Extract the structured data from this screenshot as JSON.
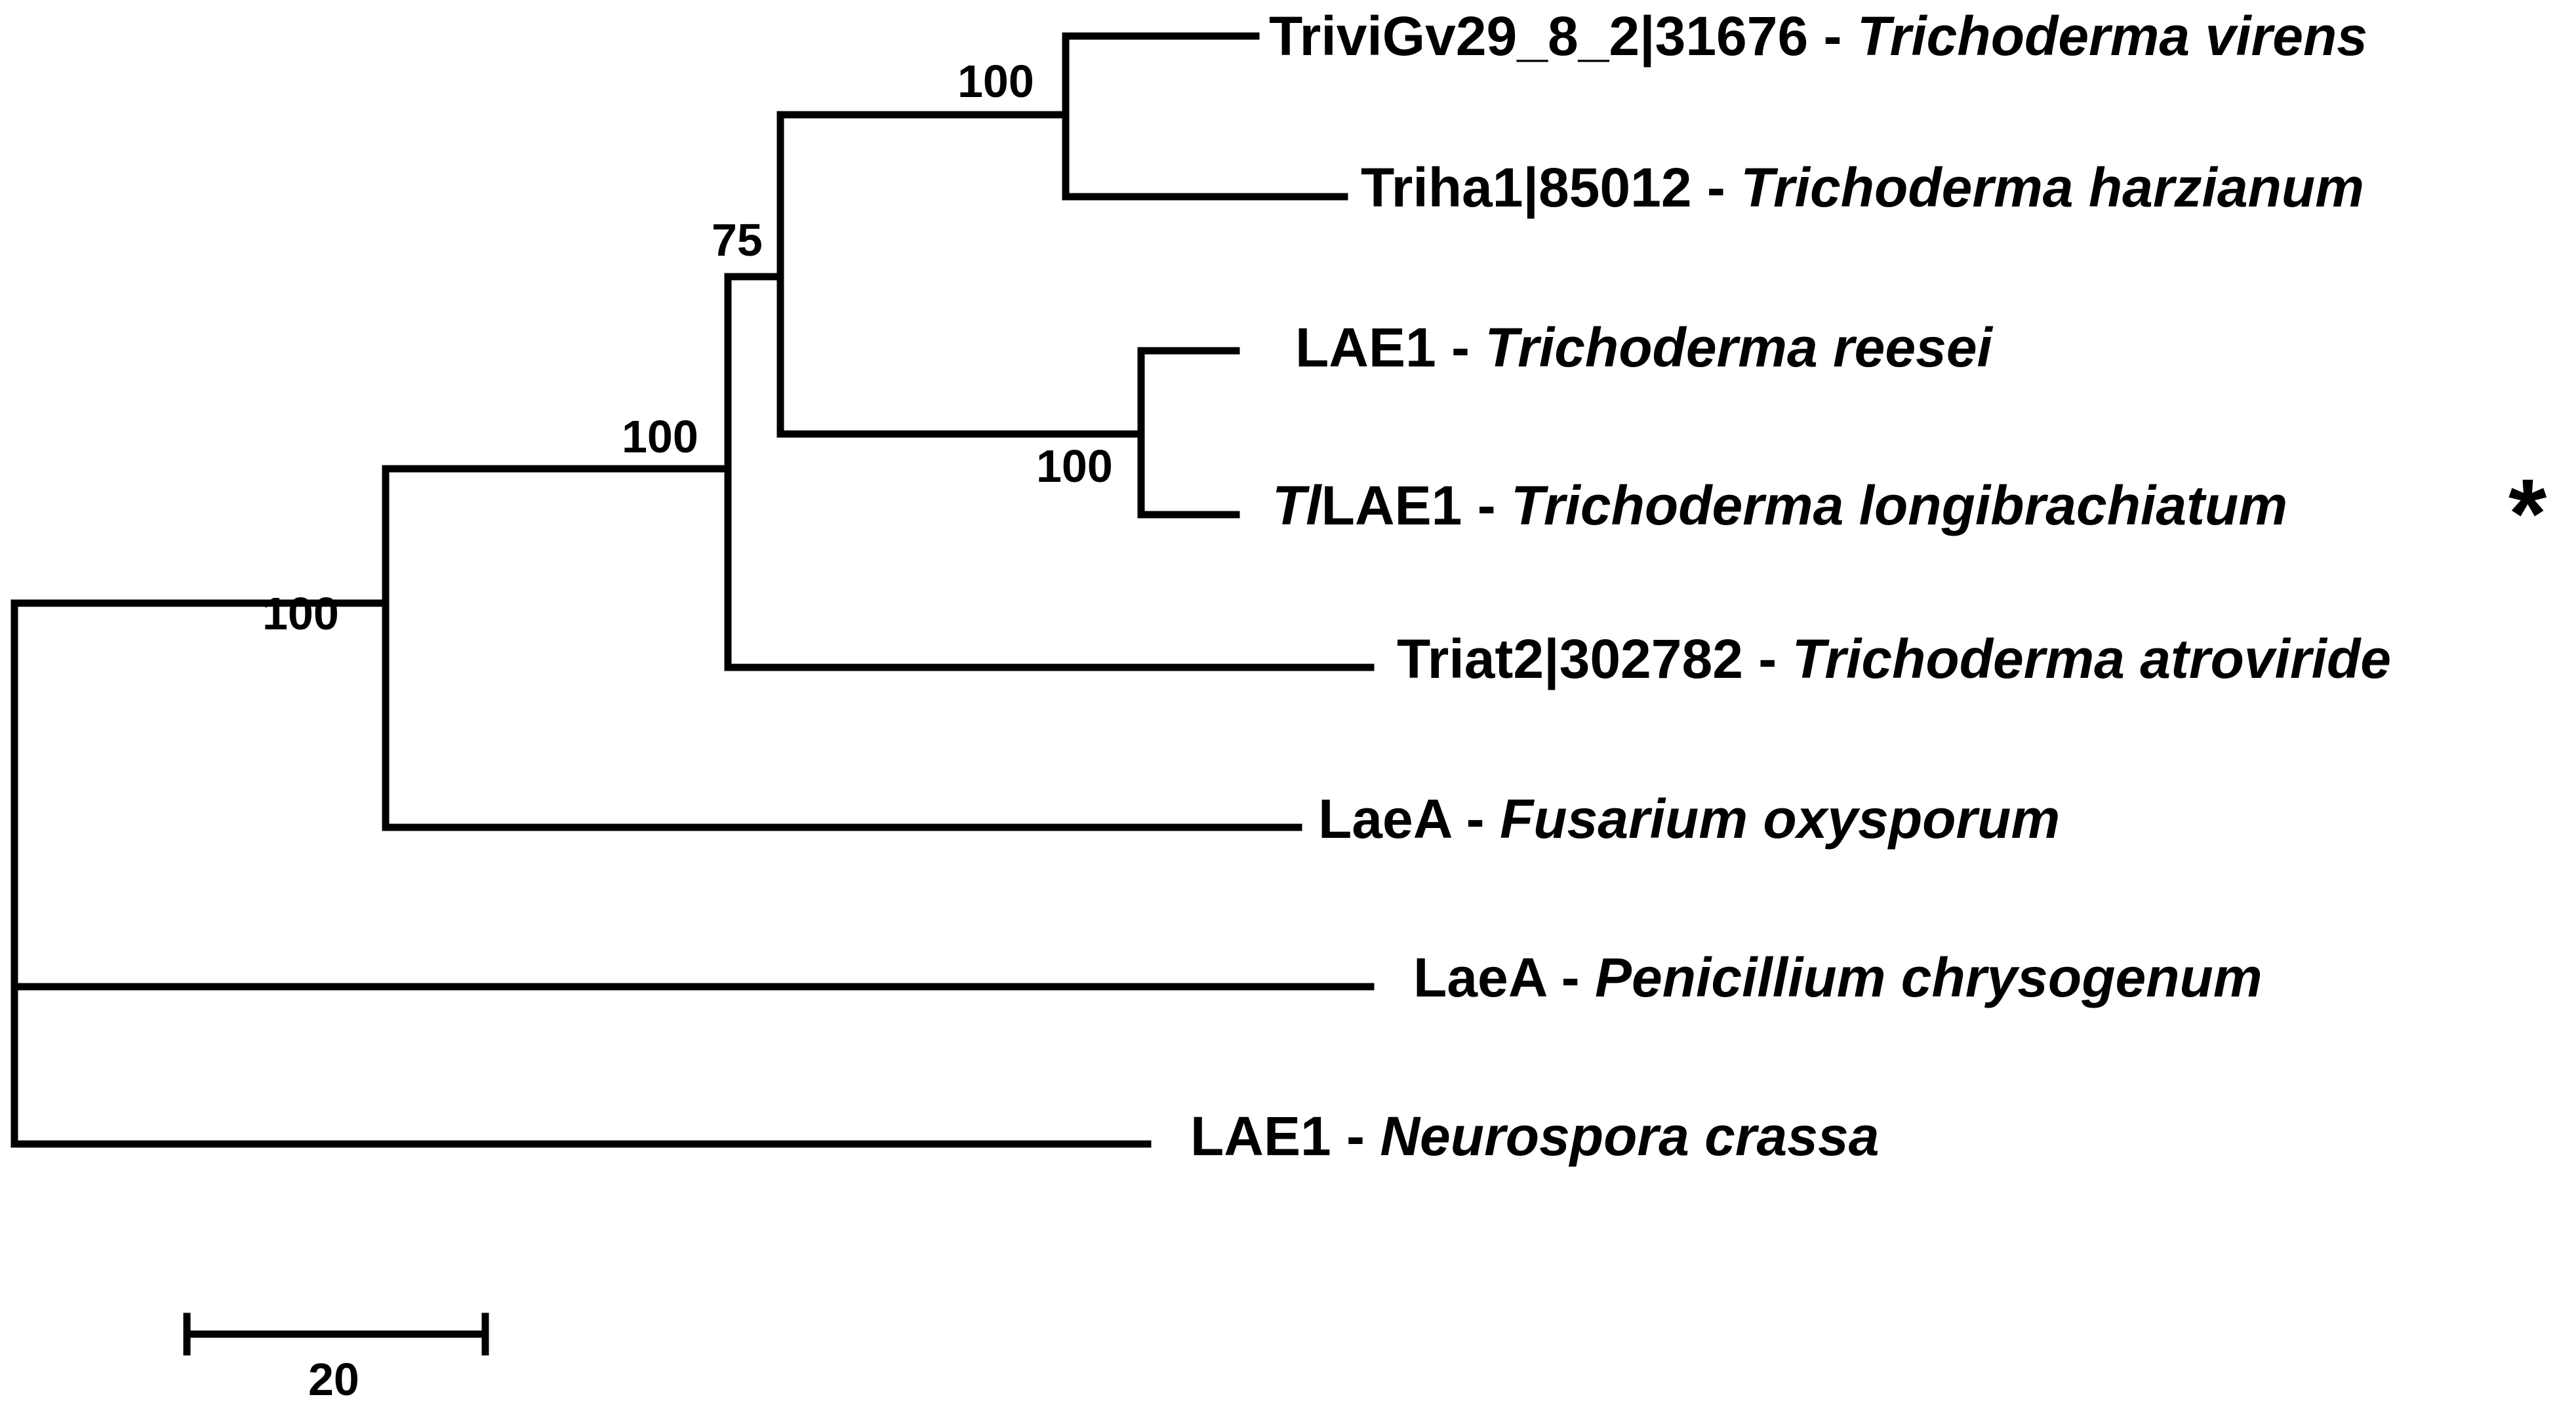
{
  "tree": {
    "taxa": [
      {
        "id": "trivi",
        "gene": "TriviGv29_8_2|31676",
        "gene_italic_prefix": "",
        "separator": " - ",
        "species": "Trichoderma virens",
        "marker": ""
      },
      {
        "id": "triha",
        "gene": "Triha1|85012",
        "gene_italic_prefix": "",
        "separator": " - ",
        "species": "Trichoderma harzianum",
        "marker": ""
      },
      {
        "id": "trree",
        "gene": "LAE1",
        "gene_italic_prefix": "",
        "separator": " - ",
        "species": "Trichoderma reesei",
        "marker": ""
      },
      {
        "id": "trlon",
        "gene": "LAE1",
        "gene_italic_prefix": "Tl",
        "separator": " - ",
        "species": "Trichoderma longibrachiatum",
        "marker": "*"
      },
      {
        "id": "triat",
        "gene": "Triat2|302782",
        "gene_italic_prefix": "",
        "separator": " - ",
        "species": "Trichoderma atroviride",
        "marker": ""
      },
      {
        "id": "fusox",
        "gene": "LaeA",
        "gene_italic_prefix": "",
        "separator": " - ",
        "species": "Fusarium oxysporum",
        "marker": ""
      },
      {
        "id": "pench",
        "gene": "LaeA",
        "gene_italic_prefix": "",
        "separator": " - ",
        "species": "Penicillium chrysogenum",
        "marker": ""
      },
      {
        "id": "neucr",
        "gene": "LAE1",
        "gene_italic_prefix": "",
        "separator": " - ",
        "species": "Neurospora crassa",
        "marker": ""
      }
    ],
    "bootstrap_values": {
      "virens_harzianum": "100",
      "trichoderma_core": "75",
      "reesei_longibrachiatum": "100",
      "trichoderma_all": "100",
      "hypocreales": "100"
    },
    "scale_bar": {
      "label": "20"
    }
  }
}
